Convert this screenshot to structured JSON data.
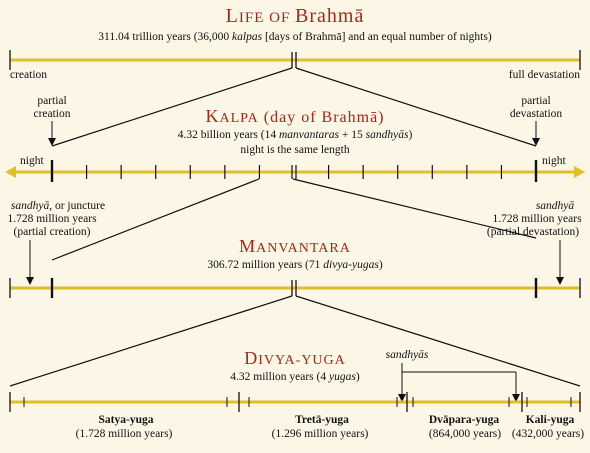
{
  "life": {
    "title_cap": "L",
    "title_rest": "IFE OF ",
    "title_name": "Brahmā",
    "desc_a": "311.04 trillion years (36,000 ",
    "desc_i": "kalpas",
    "desc_b": " [days of Brahmā] and an equal number of nights)",
    "left_label": "creation",
    "right_label": "full devastation"
  },
  "kalpa": {
    "title_cap": "K",
    "title_rest": "ALPA",
    "title_sub": " (day of Brahmā)",
    "desc_a": "4.32 billion years (14 ",
    "desc_i1": "manvantaras",
    "desc_b": " + 15 ",
    "desc_i2": "sandhyās",
    "desc_c": ")",
    "night_note": "night is the same length",
    "partial_creation_1": "partial",
    "partial_creation_2": "creation",
    "partial_devastation_1": "partial",
    "partial_devastation_2": "devastation",
    "night_left": "night",
    "night_right": "night"
  },
  "sandhya": {
    "left_i": "sandhyā",
    "left_rest": ", or juncture",
    "left_years": "1.728 million years",
    "left_note": "(partial creation)",
    "right_i": "sandhyā",
    "right_years": "1.728 million years",
    "right_note": "(partial devastation)"
  },
  "manvantara": {
    "title_cap": "M",
    "title_rest": "ANVANTARA",
    "desc_a": "306.72 million years (71 ",
    "desc_i": "divya-yugas",
    "desc_b": ")"
  },
  "divya": {
    "title_cap": "D",
    "title_rest": "IVYA-YUGA",
    "desc_a": "4.32 million years (4 ",
    "desc_i": "yugas",
    "desc_b": ")",
    "sandhyas_label": "sandhyās"
  },
  "yugas": [
    {
      "name": "Satya-yuga",
      "years": "(1.728 million years)"
    },
    {
      "name": "Tretā-yuga",
      "years": "(1.296 million years)"
    },
    {
      "name": "Dvāpara-yuga",
      "years": "(864,000 years)"
    },
    {
      "name": "Kali-yuga",
      "years": "(432,000 years)"
    }
  ],
  "colors": {
    "title": "#a8261b",
    "timeline": "#e1bf2a",
    "ink": "#111111",
    "background": "#fbf6e6"
  }
}
